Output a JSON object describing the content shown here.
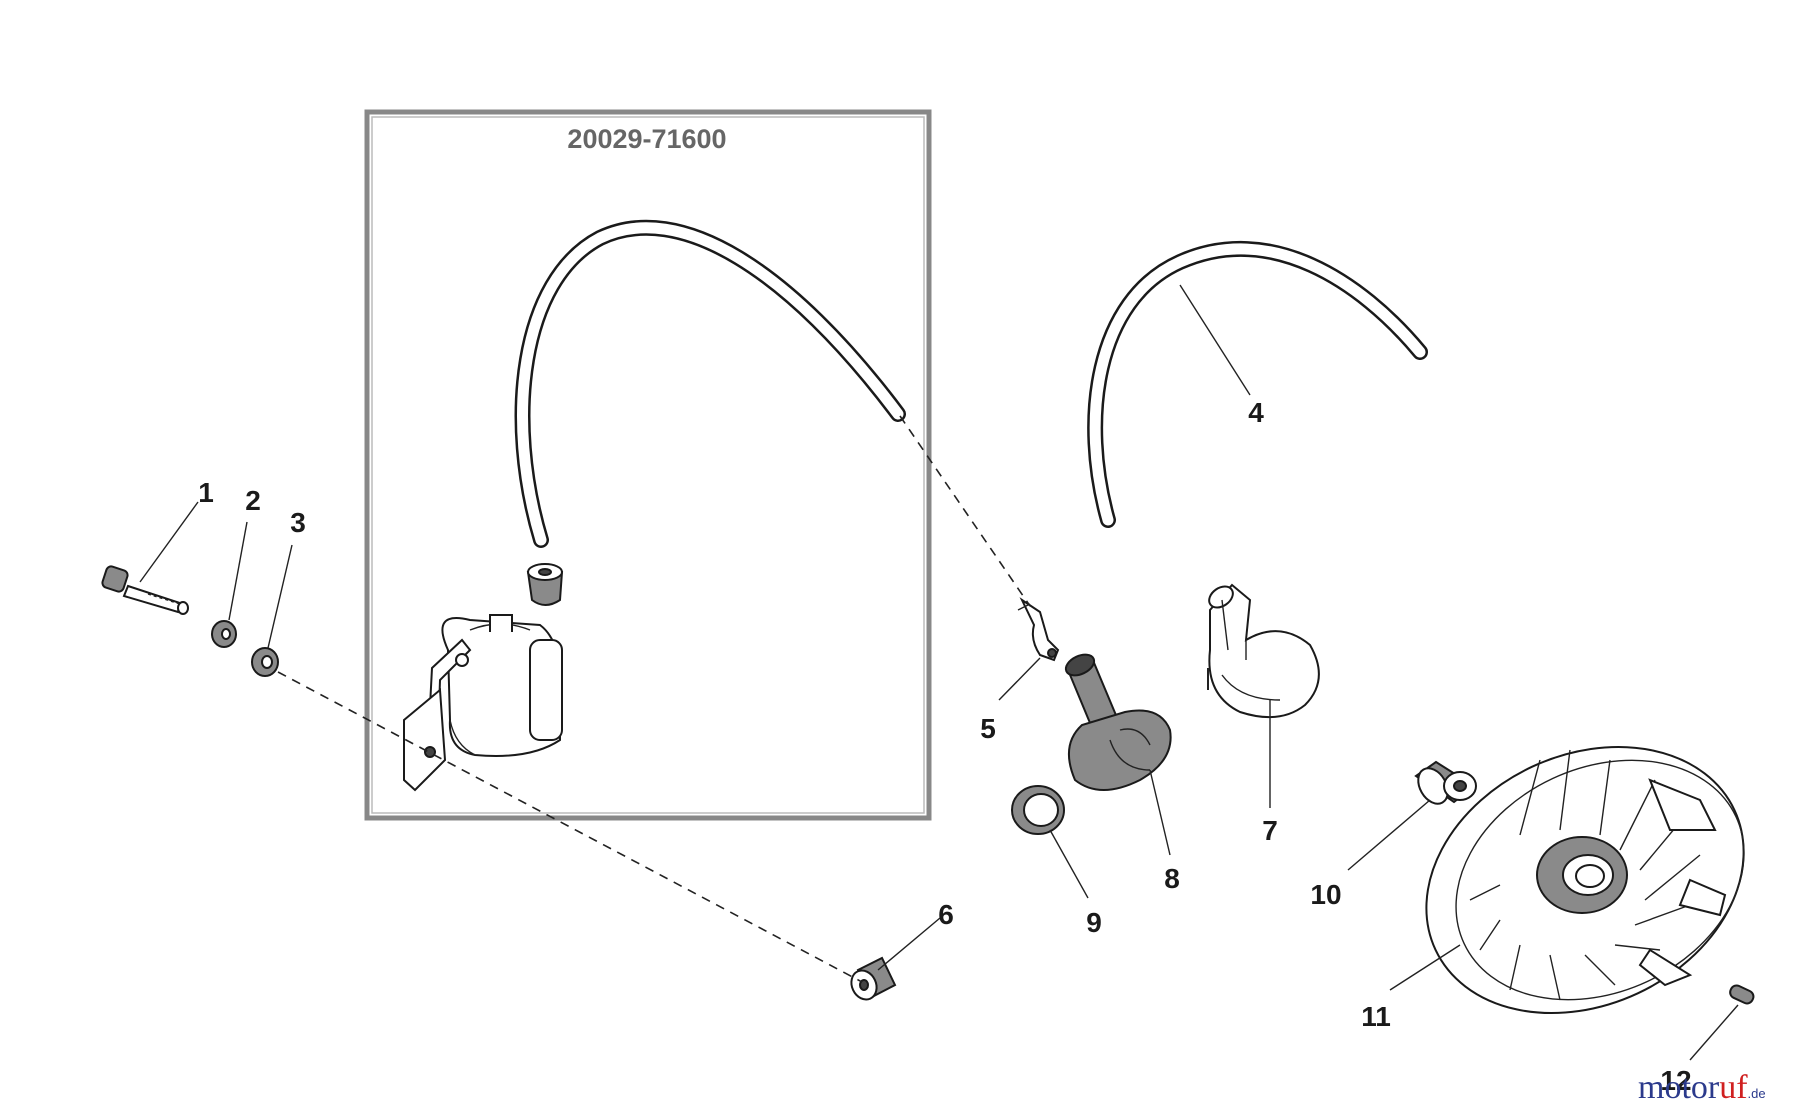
{
  "diagram": {
    "kit_number": "20029-71600",
    "callouts": [
      "1",
      "2",
      "3",
      "4",
      "5",
      "6",
      "7",
      "8",
      "9",
      "10",
      "11",
      "12"
    ]
  },
  "watermark": {
    "brand_main": "motor",
    "brand_accent": "uf",
    "tld": ".de"
  }
}
